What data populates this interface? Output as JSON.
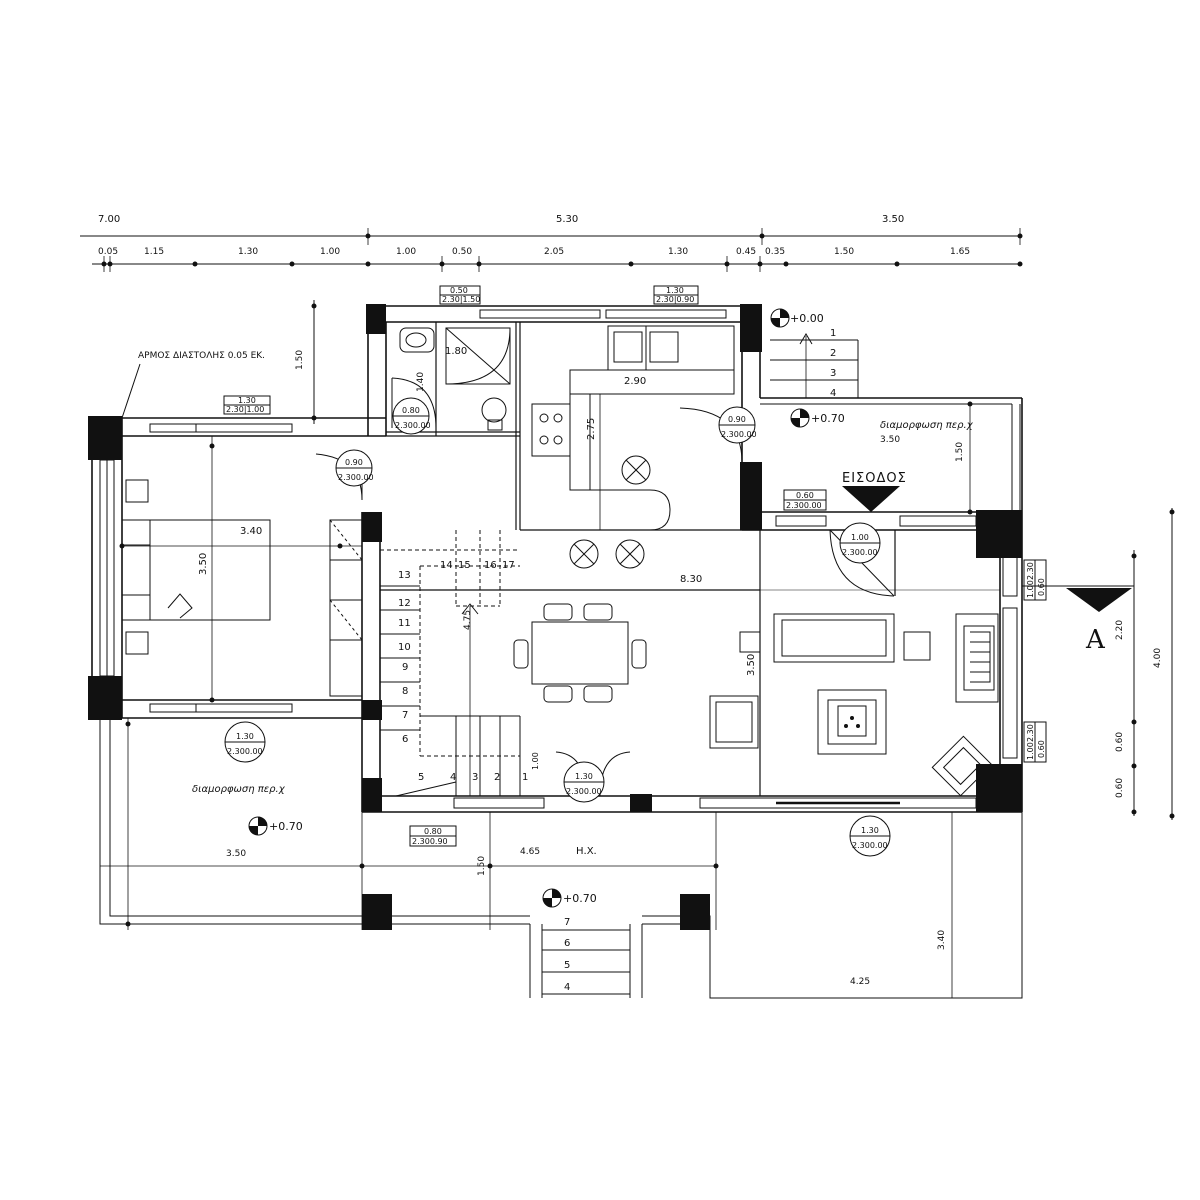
{
  "dimensions": {
    "top_total": [
      "7.00",
      "5.30",
      "3.50"
    ],
    "top_parts": [
      "0.05",
      "1.15",
      "1.30",
      "1.00",
      "1.00",
      "0.50",
      "2.05",
      "1.30",
      "0.45",
      "0.35",
      "1.50",
      "1.65"
    ],
    "right": [
      "4.00",
      "2.20",
      "0.60",
      "0.60"
    ],
    "left_150": "1.50",
    "left_275": "2.75",
    "interior": {
      "bedroom_w": "3.40",
      "bedroom_h": "3.50",
      "bath_w": "1.80",
      "bath_h": "1.40",
      "kitchen_w": "2.90",
      "kitchen_h": "2.75",
      "living_w": "8.30",
      "living_h": "3.50",
      "stair_h": "4.75",
      "porch_left_w": "3.50",
      "porch_right_w": "3.50",
      "porch_right_h": "1.50",
      "hx_w": "4.65",
      "hx_h": "1.50",
      "terrace_w": "4.25",
      "terrace_h": "3.40",
      "stair_small": "1.00"
    }
  },
  "openings": [
    {
      "top": "0.50",
      "bottom": "2.30|1.50"
    },
    {
      "top": "1.30",
      "bottom": "2.30|0.90"
    },
    {
      "top": "1.30",
      "bottom": "2.30|1.00"
    },
    {
      "top": "0.80",
      "bottom": "2.300.00"
    },
    {
      "top": "0.90",
      "bottom": "2.300.00"
    },
    {
      "top": "0.90",
      "bottom": "2.300.00"
    },
    {
      "top": "0.60",
      "bottom": "2.300.00"
    },
    {
      "top": "1.00",
      "bottom": "2.300.00"
    },
    {
      "top": "1.30",
      "bottom": "2.300.00"
    },
    {
      "top": "1.30",
      "bottom": "2.300.00"
    },
    {
      "top": "0.80",
      "bottom": "2.300.90"
    },
    {
      "top": "1.30",
      "bottom": "2.300.00"
    }
  ],
  "side_openings": [
    {
      "top": "1.00",
      "bottom": "2.30",
      "extra": "0.60"
    },
    {
      "top": "1.00",
      "bottom": "2.30",
      "extra": "0.60"
    }
  ],
  "levels": [
    "+0.00",
    "+0.70",
    "+0.70",
    "+0.70"
  ],
  "labels": {
    "expansion_joint": "ΑΡΜΟΣ ΔΙΑΣΤΟΛΗΣ 0.05 ΕΚ.",
    "entrance": "ΕΙΣΟΔΟΣ",
    "landscape_left": "διαμορφωση περ.χ",
    "landscape_right": "διαμορφωση περ.χ",
    "hx": "Η.Χ.",
    "section_mark": "A"
  },
  "stairs_main": [
    "1",
    "2",
    "3",
    "4",
    "5",
    "6",
    "7",
    "8",
    "9",
    "10",
    "11",
    "12",
    "13",
    "14",
    "15",
    "16",
    "17"
  ],
  "stairs_entry": [
    "1",
    "2",
    "3",
    "4"
  ],
  "stairs_lower": [
    "4",
    "5",
    "6",
    "7"
  ],
  "colors": {
    "ink": "#111111",
    "paper": "#ffffff"
  }
}
